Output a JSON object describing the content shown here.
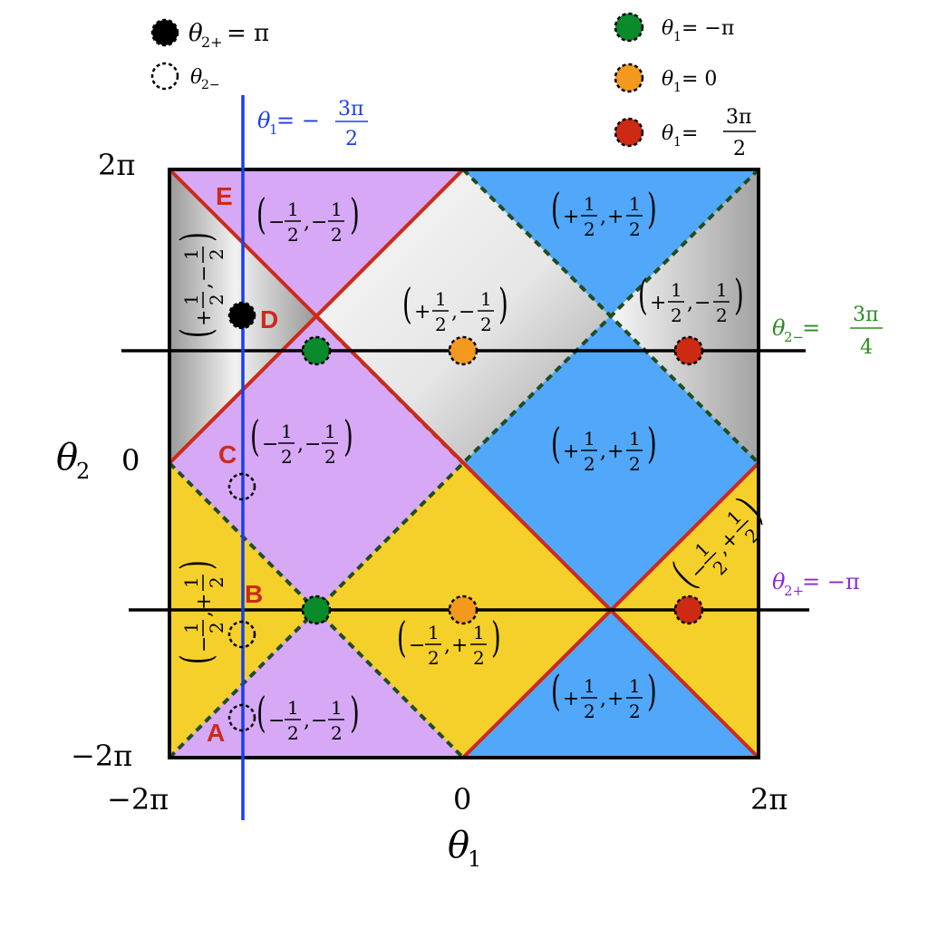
{
  "colors": {
    "purple": "#d6a8f5",
    "blue": "#51a7fa",
    "yellow": "#f5d02a",
    "red_line": "#cc2a1a",
    "green_dash": "#1f4d1f",
    "blue_line": "#1a3fe8",
    "green_dot": "#0a8a2a",
    "orange_dot": "#f39a1e",
    "red_dot": "#cc2a12",
    "green_text": "#2a8a1f",
    "purple_text": "#8a2ad6"
  },
  "axes": {
    "x_label": "θ",
    "x_sub": "1",
    "y_label": "θ",
    "y_sub": "2",
    "x_ticks": [
      "−2π",
      "0",
      "2π"
    ],
    "y_ticks": [
      "2π",
      "0",
      "−2π"
    ]
  },
  "legend": {
    "filled": {
      "lhs": "θ",
      "sub": "2+",
      "rhs": " = π"
    },
    "hollow": {
      "lhs": "θ",
      "sub": "2−"
    },
    "green": {
      "lhs": "θ",
      "sub": "1",
      "rhs": " = −π"
    },
    "orange": {
      "lhs": "θ",
      "sub": "1",
      "rhs": " = 0"
    },
    "red": {
      "lhs": "θ",
      "sub": "1",
      "rhs_pre": " = ",
      "num": "3π",
      "den": "2"
    }
  },
  "lines": {
    "vertical": {
      "lhs": "θ",
      "sub": "1",
      "rhs_pre": " = −",
      "num": "3π",
      "den": "2"
    },
    "upper": {
      "lhs": "θ",
      "sub": "2−",
      "rhs_pre": " = ",
      "num": "3π",
      "den": "4"
    },
    "lower": {
      "lhs": "θ",
      "sub": "2+",
      "rhs": " = −π"
    }
  },
  "points": [
    "A",
    "B",
    "C",
    "D",
    "E"
  ],
  "region_labels": {
    "mm": [
      "−",
      "−"
    ],
    "pp": [
      "+",
      "+"
    ],
    "pm": [
      "+",
      "−"
    ],
    "mp": [
      "−",
      "+"
    ],
    "frac_num": "1",
    "frac_den": "2"
  }
}
